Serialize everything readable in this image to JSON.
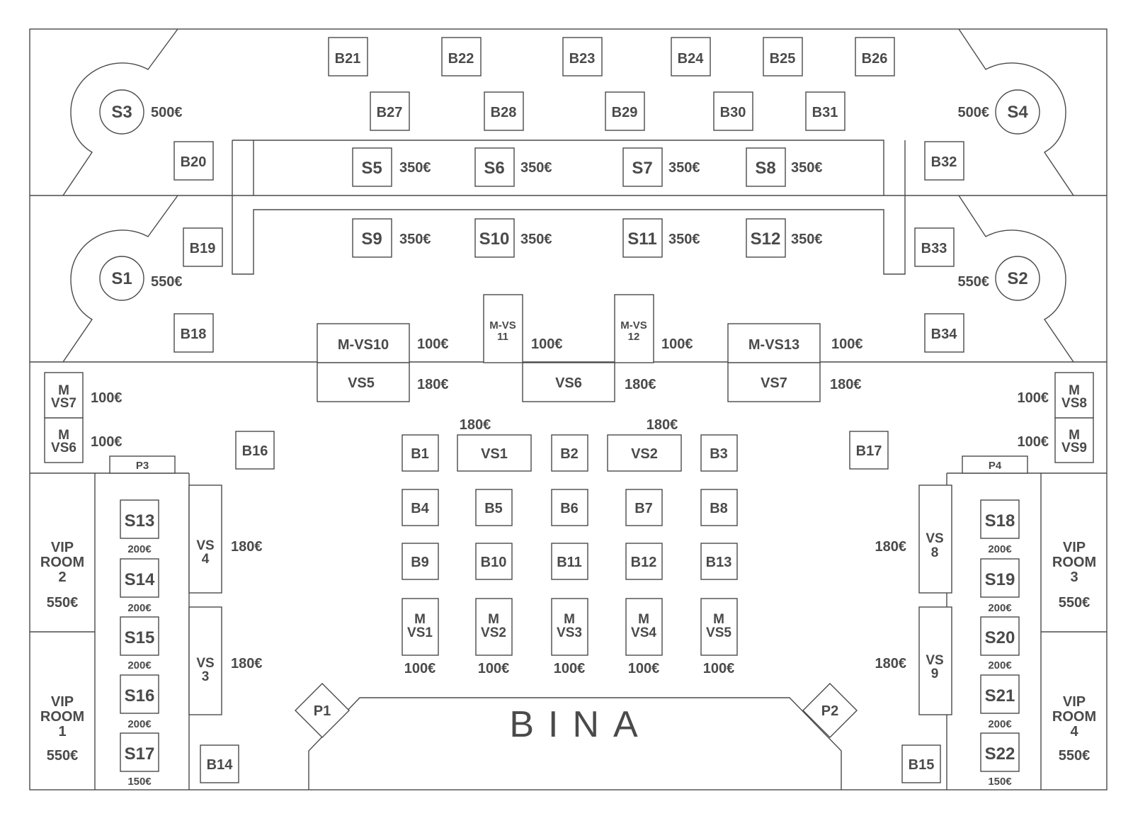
{
  "stage": "BINA",
  "colors": {
    "line": "#4a4a4a",
    "background": "#ffffff"
  },
  "circles": [
    {
      "id": "S3",
      "label": "S3",
      "price": "500€"
    },
    {
      "id": "S4",
      "label": "S4",
      "price": "500€"
    },
    {
      "id": "S1",
      "label": "S1",
      "price": "550€"
    },
    {
      "id": "S2",
      "label": "S2",
      "price": "550€"
    }
  ],
  "tables": {
    "B21": "B21",
    "B22": "B22",
    "B23": "B23",
    "B24": "B24",
    "B25": "B25",
    "B26": "B26",
    "B27": "B27",
    "B28": "B28",
    "B29": "B29",
    "B30": "B30",
    "B31": "B31",
    "B20": "B20",
    "B32": "B32",
    "B19": "B19",
    "B33": "B33",
    "B18": "B18",
    "B34": "B34",
    "B16": "B16",
    "B17": "B17",
    "B14": "B14",
    "B15": "B15",
    "B1": "B1",
    "B2": "B2",
    "B3": "B3",
    "B4": "B4",
    "B5": "B5",
    "B6": "B6",
    "B7": "B7",
    "B8": "B8",
    "B9": "B9",
    "B10": "B10",
    "B11": "B11",
    "B12": "B12",
    "B13": "B13"
  },
  "upper_sectors": [
    {
      "id": "S5",
      "label": "S5",
      "price": "350€"
    },
    {
      "id": "S6",
      "label": "S6",
      "price": "350€"
    },
    {
      "id": "S7",
      "label": "S7",
      "price": "350€"
    },
    {
      "id": "S8",
      "label": "S8",
      "price": "350€"
    },
    {
      "id": "S9",
      "label": "S9",
      "price": "350€"
    },
    {
      "id": "S10",
      "label": "S10",
      "price": "350€"
    },
    {
      "id": "S11",
      "label": "S11",
      "price": "350€"
    },
    {
      "id": "S12",
      "label": "S12",
      "price": "350€"
    }
  ],
  "mvs_top": [
    {
      "id": "M-VS10",
      "label": "M-VS10",
      "price": "100€"
    },
    {
      "id": "M-VS11",
      "line1": "M-VS",
      "line2": "11",
      "price": "100€"
    },
    {
      "id": "M-VS12",
      "line1": "M-VS",
      "line2": "12",
      "price": "100€"
    },
    {
      "id": "M-VS13",
      "label": "M-VS13",
      "price": "100€"
    }
  ],
  "vs_top": [
    {
      "id": "VS5",
      "label": "VS5",
      "price": "180€"
    },
    {
      "id": "VS6",
      "label": "VS6",
      "price": "180€"
    },
    {
      "id": "VS7",
      "label": "VS7",
      "price": "180€"
    }
  ],
  "side_mvs": [
    {
      "id": "MVS7",
      "line1": "M",
      "line2": "VS7",
      "price": "100€"
    },
    {
      "id": "MVS6",
      "line1": "M",
      "line2": "VS6",
      "price": "100€"
    },
    {
      "id": "MVS8",
      "line1": "M",
      "line2": "VS8",
      "price": "100€"
    },
    {
      "id": "MVS9",
      "line1": "M",
      "line2": "VS9",
      "price": "100€"
    }
  ],
  "center_vs": [
    {
      "id": "VS1",
      "label": "VS1",
      "price": "180€"
    },
    {
      "id": "VS2",
      "label": "VS2",
      "price": "180€"
    }
  ],
  "mvs_row": [
    {
      "id": "MVS1",
      "line1": "M",
      "line2": "VS1",
      "price": "100€"
    },
    {
      "id": "MVS2",
      "line1": "M",
      "line2": "VS2",
      "price": "100€"
    },
    {
      "id": "MVS3",
      "line1": "M",
      "line2": "VS3",
      "price": "100€"
    },
    {
      "id": "MVS4",
      "line1": "M",
      "line2": "VS4",
      "price": "100€"
    },
    {
      "id": "MVS5",
      "line1": "M",
      "line2": "VS5",
      "price": "100€"
    }
  ],
  "side_vs": [
    {
      "id": "VS4",
      "line1": "VS",
      "line2": "4",
      "price": "180€"
    },
    {
      "id": "VS3",
      "line1": "VS",
      "line2": "3",
      "price": "180€"
    },
    {
      "id": "VS8",
      "line1": "VS",
      "line2": "8",
      "price": "180€"
    },
    {
      "id": "VS9",
      "line1": "VS",
      "line2": "9",
      "price": "180€"
    }
  ],
  "left_sectors": [
    {
      "id": "S13",
      "label": "S13",
      "price": "200€"
    },
    {
      "id": "S14",
      "label": "S14",
      "price": "200€"
    },
    {
      "id": "S15",
      "label": "S15",
      "price": "200€"
    },
    {
      "id": "S16",
      "label": "S16",
      "price": "200€"
    },
    {
      "id": "S17",
      "label": "S17",
      "price": "150€"
    }
  ],
  "right_sectors": [
    {
      "id": "S18",
      "label": "S18",
      "price": "200€"
    },
    {
      "id": "S19",
      "label": "S19",
      "price": "200€"
    },
    {
      "id": "S20",
      "label": "S20",
      "price": "200€"
    },
    {
      "id": "S21",
      "label": "S21",
      "price": "200€"
    },
    {
      "id": "S22",
      "label": "S22",
      "price": "150€"
    }
  ],
  "vip_rooms": [
    {
      "id": "VIP2",
      "line1": "VIP",
      "line2": "ROOM",
      "line3": "2",
      "price": "550€"
    },
    {
      "id": "VIP1",
      "line1": "VIP",
      "line2": "ROOM",
      "line3": "1",
      "price": "550€"
    },
    {
      "id": "VIP3",
      "line1": "VIP",
      "line2": "ROOM",
      "line3": "3",
      "price": "550€"
    },
    {
      "id": "VIP4",
      "line1": "VIP",
      "line2": "ROOM",
      "line3": "4",
      "price": "550€"
    }
  ],
  "pillars": {
    "P1": "P1",
    "P2": "P2",
    "P3": "P3",
    "P4": "P4"
  }
}
